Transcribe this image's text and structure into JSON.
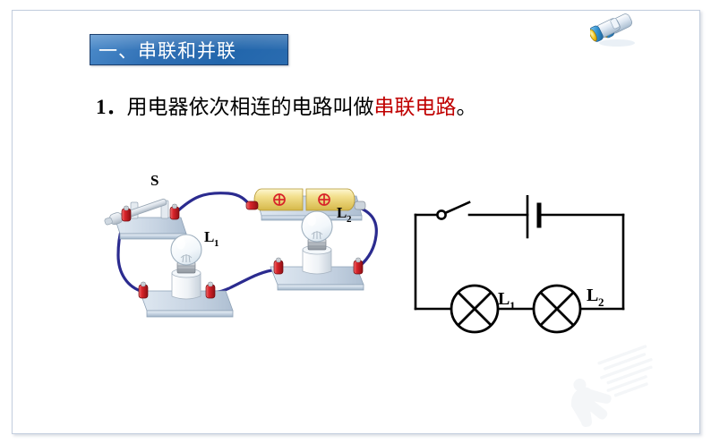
{
  "slide": {
    "heading": "一、串联和并联",
    "heading_bg": "#2266ac",
    "heading_border": "#1c3f6e",
    "heading_text_color": "#ffffff",
    "statement": {
      "number": "1．",
      "text_before": "用电器依次相连的电路叫做",
      "highlight": "串联电路",
      "text_after": "。",
      "highlight_color": "#c00000",
      "text_color": "#000000"
    },
    "icons": {
      "binoculars": "binoculars-icon"
    },
    "watermark_present": true
  },
  "pictorial_circuit": {
    "caption": "",
    "wire_color": "#2b2b8f",
    "terminal_color": "#d8232a",
    "base_color": "#c3cfdd",
    "battery_cell_color": "#f2de8a",
    "components": [
      {
        "id": "switch",
        "label": "S",
        "type": "knife-switch",
        "state": "open"
      },
      {
        "id": "battery",
        "label": "",
        "type": "battery-pack",
        "cells": 2,
        "polarity_marks": [
          "⊕",
          "⊕"
        ]
      },
      {
        "id": "lamp1",
        "label": "L",
        "sub": "1",
        "type": "lamp"
      },
      {
        "id": "lamp2",
        "label": "L",
        "sub": "2",
        "type": "lamp"
      }
    ]
  },
  "schematic_circuit": {
    "line_color": "#000000",
    "components": [
      {
        "id": "switch-symbol",
        "label": "",
        "type": "switch",
        "state": "open"
      },
      {
        "id": "battery-symbol",
        "label": "",
        "type": "battery"
      },
      {
        "id": "lamp1-symbol",
        "label": "L",
        "sub": "1",
        "type": "lamp"
      },
      {
        "id": "lamp2-symbol",
        "label": "L",
        "sub": "2",
        "type": "lamp"
      }
    ],
    "labels": {
      "lamp1_main": "L",
      "lamp1_sub": "1",
      "lamp2_main": "L",
      "lamp2_sub": "2"
    }
  }
}
